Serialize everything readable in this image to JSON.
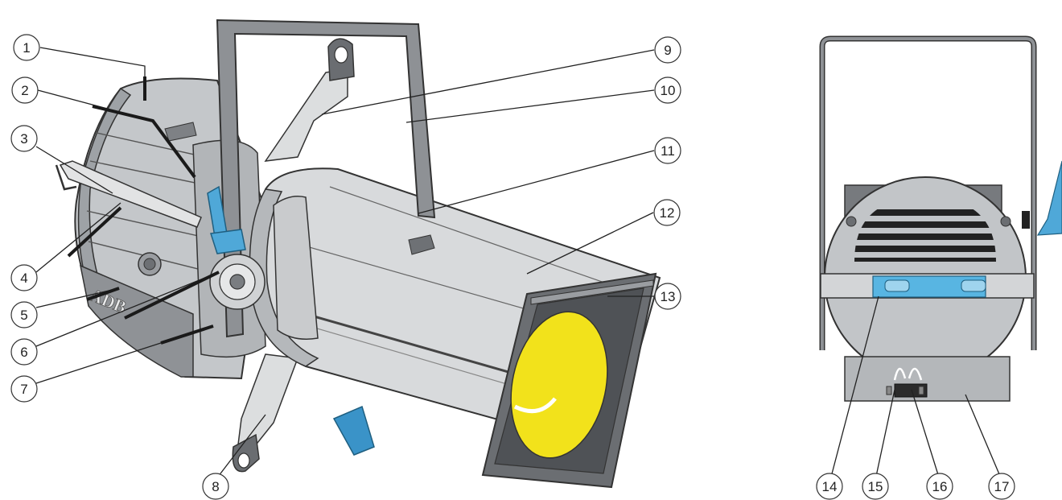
{
  "brand_text": "ADB",
  "colors": {
    "body_light": "#d6d8da",
    "body_mid": "#b9bcbf",
    "body_dark": "#7b7e82",
    "yoke": "#8a8d91",
    "accent_blue": "#4fa8d8",
    "lens_yellow": "#f2e21b",
    "outline": "#333333"
  },
  "callouts": [
    {
      "number": "1"
    },
    {
      "number": "2"
    },
    {
      "number": "3"
    },
    {
      "number": "4"
    },
    {
      "number": "5"
    },
    {
      "number": "6"
    },
    {
      "number": "7"
    },
    {
      "number": "8"
    },
    {
      "number": "9"
    },
    {
      "number": "10"
    },
    {
      "number": "11"
    },
    {
      "number": "12"
    },
    {
      "number": "13"
    },
    {
      "number": "14"
    },
    {
      "number": "15"
    },
    {
      "number": "16"
    },
    {
      "number": "17"
    }
  ]
}
